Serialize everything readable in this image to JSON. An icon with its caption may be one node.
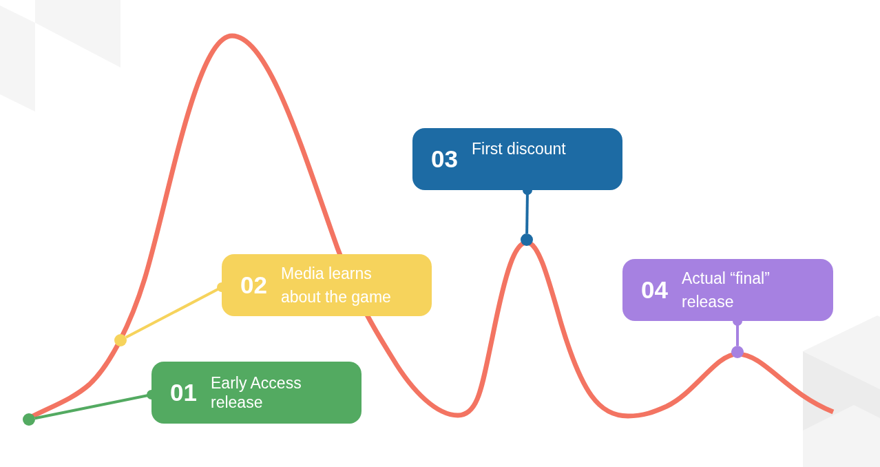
{
  "diagram": {
    "nodes": [
      {
        "text": [
          "01",
          "Early Access release"
        ]
      },
      {
        "text": [
          "02",
          "Media learns about the game"
        ]
      },
      {
        "text": [
          "03",
          "First discount"
        ]
      },
      {
        "text": [
          "04",
          "Actual “final” release"
        ]
      },
      {
        "text": [],
        "shape": "circle"
      },
      {
        "text": [],
        "shape": "circle"
      },
      {
        "text": [],
        "shape": "circle"
      },
      {
        "text": [],
        "shape": "circle"
      }
    ],
    "edges": [
      {
        "from": 0,
        "to": 4,
        "arrow": "other",
        "color": "#53aa61"
      },
      {
        "from": 1,
        "to": 5,
        "arrow": "other",
        "color": "#f6d35c"
      },
      {
        "from": 2,
        "to": 6,
        "arrow": "other",
        "color": "#1d6ba4"
      },
      {
        "from": 3,
        "to": 7,
        "arrow": "other",
        "color": "#a681e1"
      }
    ]
  }
}
